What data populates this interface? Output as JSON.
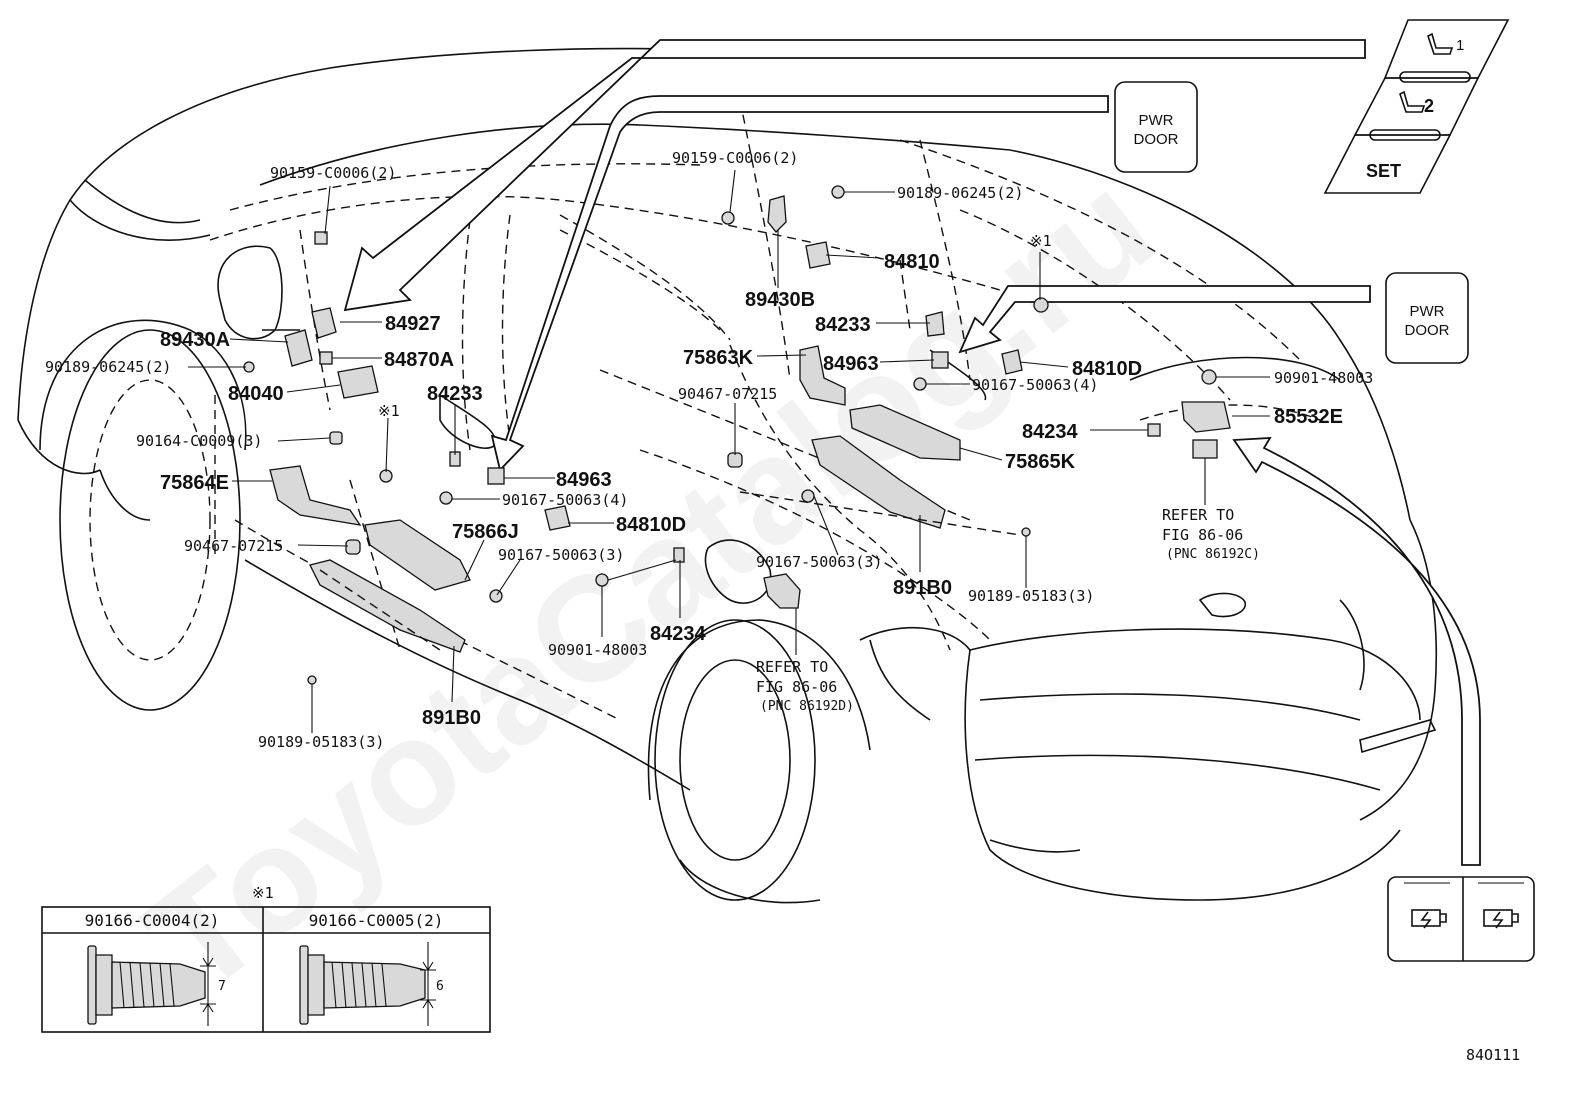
{
  "watermark": "ToyotaCatalog.ru",
  "figure_id": "84O111",
  "buttons": {
    "pwr_door_1": [
      "PWR",
      "DOOR"
    ],
    "pwr_door_2": [
      "PWR",
      "DOOR"
    ],
    "seat_1": "1",
    "seat_2": "2",
    "seat_set": "SET"
  },
  "labels": {
    "p1": "90159-C0006(2)",
    "p2": "89430A",
    "p3": "84927",
    "p4": "90189-06245(2)",
    "p5": "84870A",
    "p6": "84040",
    "p7": "84233",
    "p8": "※1",
    "p9": "90164-C0009(3)",
    "p10": "75864E",
    "p11": "84963",
    "p12": "90167-50063(4)",
    "p13": "84810D",
    "p14": "90467-07215",
    "p15": "75866J",
    "p16": "90167-50063(3)",
    "p17": "90189-05183(3)",
    "p18": "891B0",
    "p19": "84234",
    "p20": "90901-48003",
    "p21": "90159-C0006(2)",
    "p22": "90189-06245(2)",
    "p23": "84810",
    "p24": "89430B",
    "p25": "84233",
    "p26": "※1",
    "p27": "75863K",
    "p28": "84963",
    "p29": "90467-07215",
    "p30": "90167-50063(4)",
    "p31": "84810D",
    "p32": "90901-48003",
    "p33": "85532E",
    "p34": "84234",
    "p35": "75865K",
    "p36": "90167-50063(3)",
    "p37": "891B0",
    "p38": "90189-05183(3)"
  },
  "refer_left": [
    "REFER TO",
    "FIG 86-06",
    "(PNC 86192D)"
  ],
  "refer_right": [
    "REFER TO",
    "FIG 86-06",
    "(PNC 86192C)"
  ],
  "detail_table": {
    "marker": "※1",
    "col1": "90166-C0004(2)",
    "col2": "90166-C0005(2)",
    "dim1": "7",
    "dim2": "6"
  }
}
